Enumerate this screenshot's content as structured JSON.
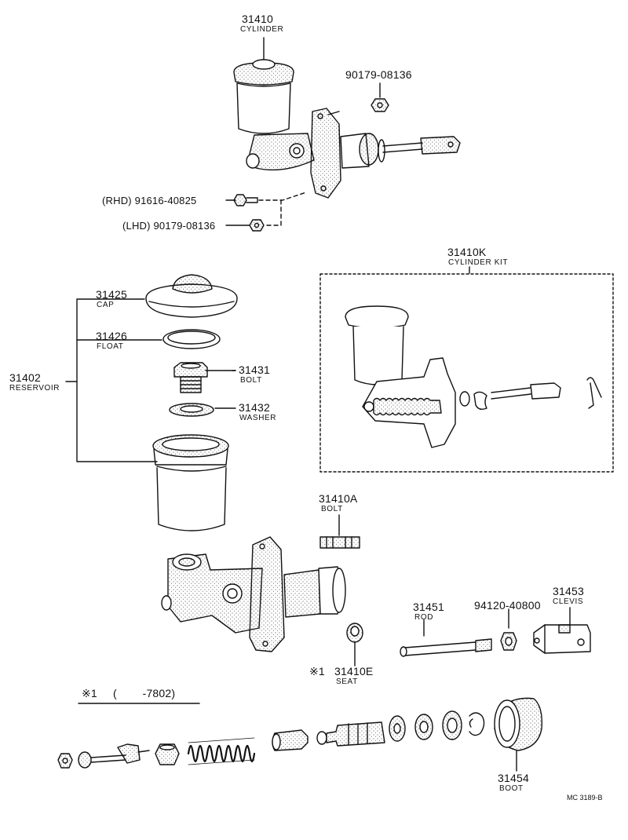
{
  "parts": {
    "p31410": {
      "number": "31410",
      "name": "CYLINDER"
    },
    "p90179_top": {
      "number": "90179-08136"
    },
    "rhd_bolt": {
      "number": "(RHD) 91616-40825"
    },
    "lhd_nut": {
      "number": "(LHD) 90179-08136"
    },
    "p31410k": {
      "number": "31410K",
      "name": "CYLINDER KIT"
    },
    "p31425": {
      "number": "31425",
      "name": "CAP"
    },
    "p31426": {
      "number": "31426",
      "name": "FLOAT"
    },
    "p31402": {
      "number": "31402",
      "name": "RESERVOIR"
    },
    "p31431": {
      "number": "31431",
      "name": "BOLT"
    },
    "p31432": {
      "number": "31432",
      "name": "WASHER"
    },
    "p31410a": {
      "number": "31410A",
      "name": "BOLT"
    },
    "p31451": {
      "number": "31451",
      "name": "ROD"
    },
    "p94120": {
      "number": "94120-40800"
    },
    "p31453": {
      "number": "31453",
      "name": "CLEVIS"
    },
    "p31410e": {
      "mark": "※1",
      "number": "31410E",
      "name": "SEAT"
    },
    "p31454": {
      "number": "31454",
      "name": "BOOT"
    }
  },
  "note": {
    "mark": "※1",
    "range": "(        -7802)"
  },
  "diagram_code": "MC 3189-B"
}
